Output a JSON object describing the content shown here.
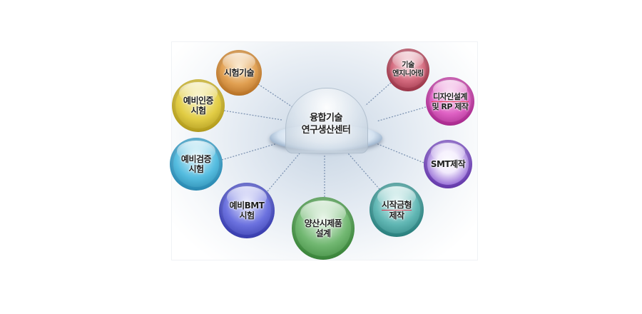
{
  "center": {
    "line1": "융합기술",
    "line2": "연구생산센터"
  },
  "nodes": [
    {
      "id": "test-tech",
      "line1": "시험기술",
      "line2": "",
      "color": "#d9903a"
    },
    {
      "id": "prelim-cert-test",
      "line1": "예비인증",
      "line2": "시험",
      "color": "#d6c234"
    },
    {
      "id": "prelim-verify-test",
      "line1": "예비검증",
      "line2": "시험",
      "color": "#3fb0d8"
    },
    {
      "id": "prelim-bmt-test",
      "line1": "예비BMT",
      "line2": "시험",
      "color": "#4a4fc8"
    },
    {
      "id": "mass-prototype-design",
      "line1": "양산시제품",
      "line2": "설계",
      "color": "#4f9a4f"
    },
    {
      "id": "prototype-mold",
      "line1": "시작금형",
      "line2": "제작",
      "color": "#3a9a98"
    },
    {
      "id": "smt-production",
      "line1": "SMT제작",
      "line2": "",
      "color": "#7a4bc0"
    },
    {
      "id": "design-rp",
      "line1": "디자인설계",
      "line2": "및 RP 제작",
      "color": "#c83aa8"
    },
    {
      "id": "tech-engineering",
      "line1": "기술",
      "line2": "엔지니어링",
      "color": "#b8455a"
    }
  ]
}
